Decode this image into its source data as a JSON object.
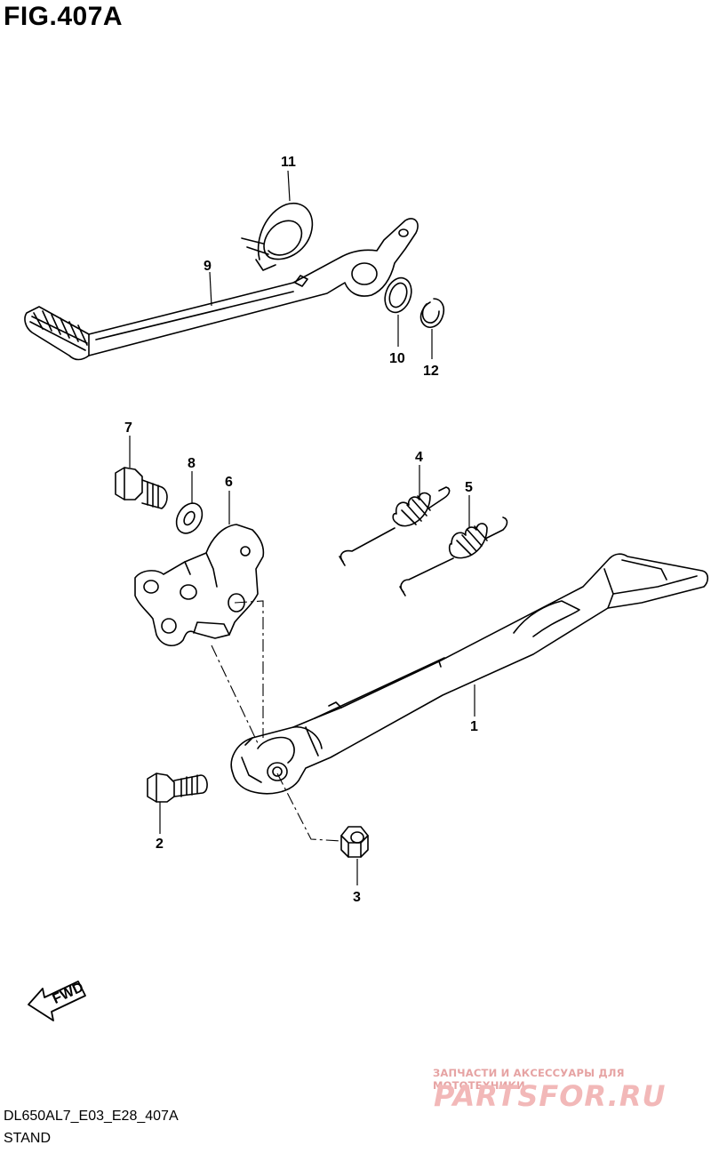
{
  "figure": {
    "title": "FIG.407A",
    "code": "DL650AL7_E03_E28_407A",
    "name": "STAND"
  },
  "fwd_label": "FWD",
  "callouts": [
    {
      "id": "c1",
      "label": "1"
    },
    {
      "id": "c2",
      "label": "2"
    },
    {
      "id": "c3",
      "label": "3"
    },
    {
      "id": "c4",
      "label": "4"
    },
    {
      "id": "c5",
      "label": "5"
    },
    {
      "id": "c6",
      "label": "6"
    },
    {
      "id": "c7",
      "label": "7"
    },
    {
      "id": "c8",
      "label": "8"
    },
    {
      "id": "c9",
      "label": "9"
    },
    {
      "id": "c10",
      "label": "10"
    },
    {
      "id": "c11",
      "label": "11"
    },
    {
      "id": "c12",
      "label": "12"
    }
  ],
  "watermark": {
    "tagline": "ЗАПЧАСТИ И АКСЕССУАРЫ ДЛЯ МОТОТЕХНИКИ",
    "logo": "PARTSFOR.RU"
  },
  "colors": {
    "line": "#000000",
    "watermark": "#f2b8b8"
  }
}
